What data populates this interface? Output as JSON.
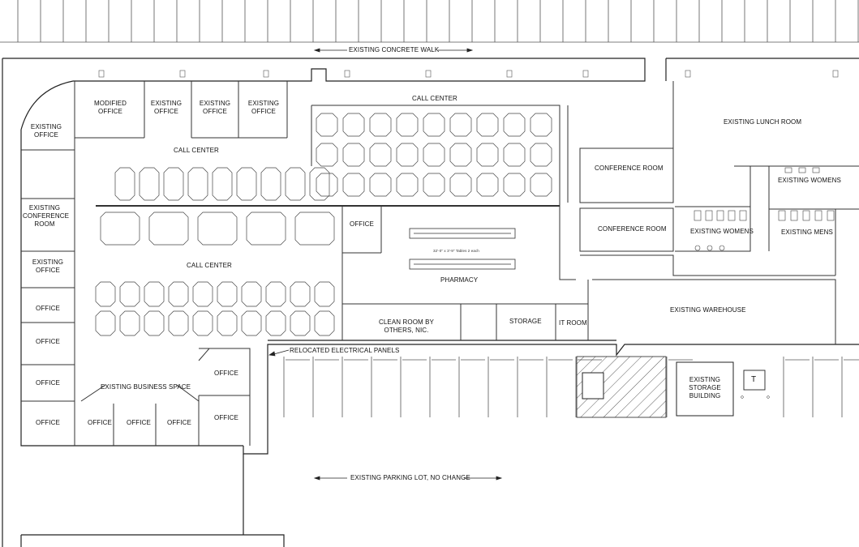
{
  "labels": {
    "concrete_walk": "EXISTING CONCRETE WALK",
    "parking_lot": "EXISTING PARKING LOT, NO CHANGE",
    "electrical": "RELOCATED ELECTRICAL PANELS",
    "call_center_top": "CALL CENTER",
    "call_center_mid": "CALL CENTER",
    "call_center_low": "CALL CENTER",
    "modified_office": "MODIFIED OFFICE",
    "existing_office_1": "EXISTING OFFICE",
    "existing_office_2": "EXISTING OFFICE",
    "existing_office_3": "EXISTING OFFICE",
    "existing_office_left": "EXISTING OFFICE",
    "existing_conference": "EXISTING CONFERENCE ROOM",
    "existing_office_left2": "EXISTING OFFICE",
    "office_l1": "OFFICE",
    "office_l2": "OFFICE",
    "office_l3": "OFFICE",
    "office_l4": "OFFICE",
    "office_b1": "OFFICE",
    "office_b2": "OFFICE",
    "office_b3": "OFFICE",
    "office_r1": "OFFICE",
    "office_r2": "OFFICE",
    "business_space": "EXISTING BUSINESS SPACE",
    "office_pharm": "OFFICE",
    "pharmacy": "PHARMACY",
    "tables_note": "32'-0\" x 3'-9\" Tables 2 each",
    "clean_room": "CLEAN ROOM BY OTHERS, NIC.",
    "storage": "STORAGE",
    "it_room": "IT ROOM",
    "conference_1": "CONFERENCE ROOM",
    "conference_2": "CONFERENCE ROOM",
    "lunch_room": "EXISTING LUNCH ROOM",
    "womens_1": "EXISTING WOMENS",
    "womens_2": "EXISTING WOMENS",
    "mens": "EXISTING MENS",
    "warehouse": "EXISTING WAREHOUSE",
    "storage_building": "EXISTING STORAGE BUILDING",
    "transformer": "T"
  }
}
